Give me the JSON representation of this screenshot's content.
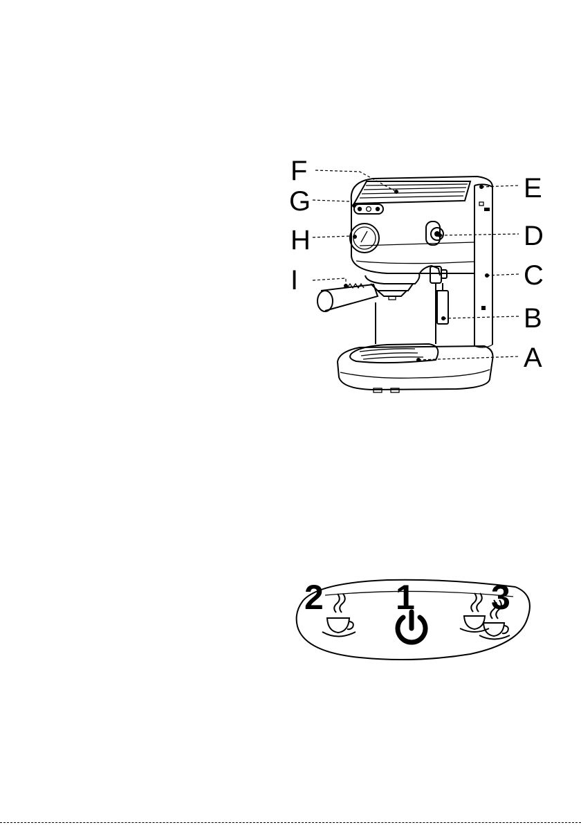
{
  "machine_diagram": {
    "callouts": {
      "F": "F",
      "G": "G",
      "H": "H",
      "I": "I",
      "E": "E",
      "D": "D",
      "C": "C",
      "B": "B",
      "A": "A"
    }
  },
  "control_panel": {
    "buttons": [
      {
        "number": "2",
        "icon": "single-cup-icon"
      },
      {
        "number": "1",
        "icon": "power-icon"
      },
      {
        "number": "3",
        "icon": "double-cup-icon"
      }
    ]
  },
  "colors": {
    "ink": "#000000",
    "paper": "#ffffff"
  }
}
